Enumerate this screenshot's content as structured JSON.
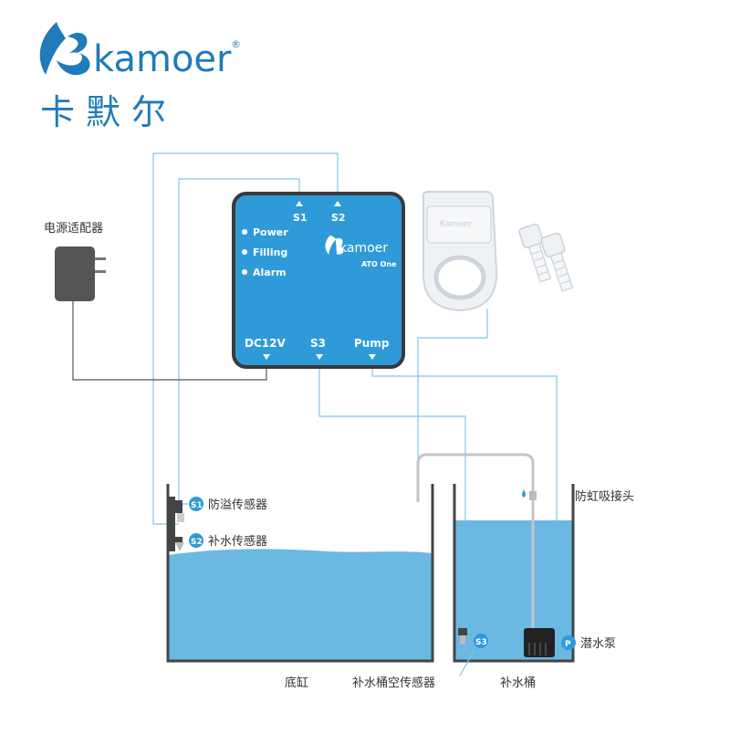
{
  "brand": {
    "name": "kamoer",
    "registered": "®",
    "cn_name": "卡默尔",
    "color": "#1f7bb9"
  },
  "controller": {
    "brand": "kamoer",
    "model": "ATO One",
    "color": "#2f9ad8",
    "indicators": [
      "Power",
      "Filling",
      "Alarm"
    ],
    "top_ports": [
      "S1",
      "S2"
    ],
    "bottom_ports": [
      "DC12V",
      "S3",
      "Pump"
    ]
  },
  "labels": {
    "power_adapter": "电源适配器",
    "overflow_sensor": "防溢传感器",
    "refill_sensor": "补水传感器",
    "anti_siphon": "防虹吸接头",
    "submersible_pump": "潜水泵",
    "main_tank": "底缸",
    "empty_sensor": "补水桶空传感器",
    "reservoir": "补水桶"
  },
  "badges": {
    "s1": "S1",
    "s2": "S2",
    "s3": "S3",
    "pump": "P"
  },
  "bracket_text": "Kamoer",
  "colors": {
    "water": "#6bb8e3",
    "wire": "#7fc8e6",
    "wire_dark": "#555555",
    "tank": "#444444",
    "badge": "#2f9ad8"
  }
}
